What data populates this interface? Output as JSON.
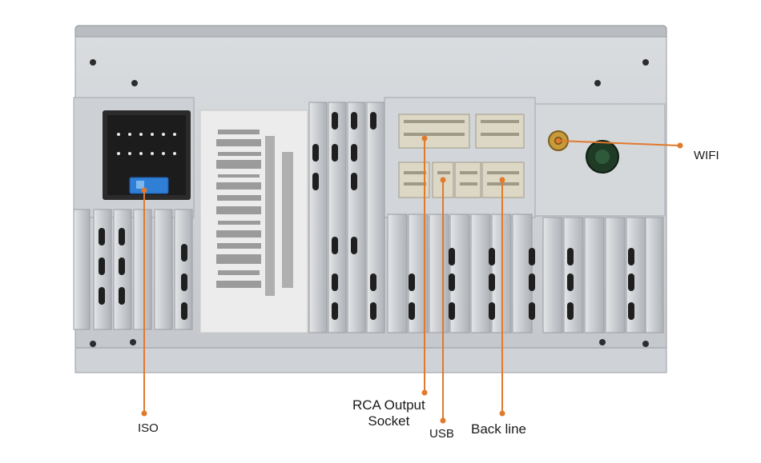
{
  "callouts": {
    "wifi": "WIFI",
    "iso": "ISO",
    "rca_line1": "RCA Output",
    "rca_line2": "Socket",
    "usb": "USB",
    "back_line": "Back line"
  },
  "colors": {
    "callout_line": "#e07a2c",
    "chassis": "#c9ccd1",
    "connector_black": "#262626",
    "fuse_blue": "#2f7fd6",
    "connector_beige": "#ddd8c6"
  },
  "icons": {
    "wifi_port": "antenna-connector-icon",
    "gps_port": "round-port-icon"
  }
}
